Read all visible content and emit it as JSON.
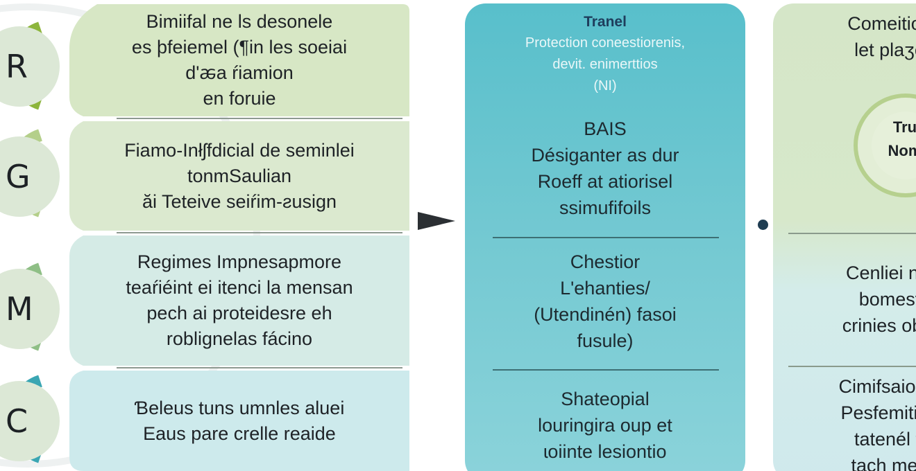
{
  "left_rows": [
    {
      "letter": "R",
      "lines": [
        "Bimiifal ne ls desonele",
        "es þfeiemel (¶in les soeiai",
        "d'ꬱa ŕiamion",
        "en foruie"
      ]
    },
    {
      "letter": "G",
      "lines": [
        "Fiamo-Inłʃfdicial de seminlei",
        "tonmSaulian",
        "ăi Teteive seiŕim-ƨusign"
      ]
    },
    {
      "letter": "M",
      "lines": [
        "Regimes Impnesapmore",
        "teaŕiéint ei itenci la mensan",
        "pech ai proteidesre eh",
        "roblignelas fácino"
      ]
    },
    {
      "letter": "C",
      "lines": [
        "Ɓeleus tuns umnles aluei",
        "Eaus pare crelle reaide"
      ]
    }
  ],
  "middle": {
    "title": "Tranel",
    "subtitle_lines": [
      "Protection coneestiorenis,",
      "devit. enimerttios",
      "(NI)"
    ],
    "sections": [
      [
        "BAIS",
        "Désiganter as dur",
        "Roeff at atiorisel",
        "ssimufifoils"
      ],
      [
        "Chestior",
        "L'ehanties/",
        "(Utendinén) fasoi",
        "fusule)"
      ],
      [
        "Shateopial",
        "louringira oup et",
        "ɩoiinte lesiontio"
      ]
    ]
  },
  "right": {
    "top_lines": [
      "Comeition",
      "let plaʒe"
    ],
    "badge_lines": [
      "Tru",
      "Nom"
    ],
    "sections": [
      [
        "Cenliei n c",
        "bomest",
        "crinies obig"
      ],
      [
        "Cimifsaion c",
        "Pesfemition",
        "tatenél ti",
        "tach med"
      ]
    ]
  },
  "colors": {
    "green_accent": "#8db53c",
    "light_green": "#a9c98a",
    "teal_accent": "#3aa6b3",
    "mid_card": "#6cc6d0",
    "arrow": "#2b2f33"
  }
}
